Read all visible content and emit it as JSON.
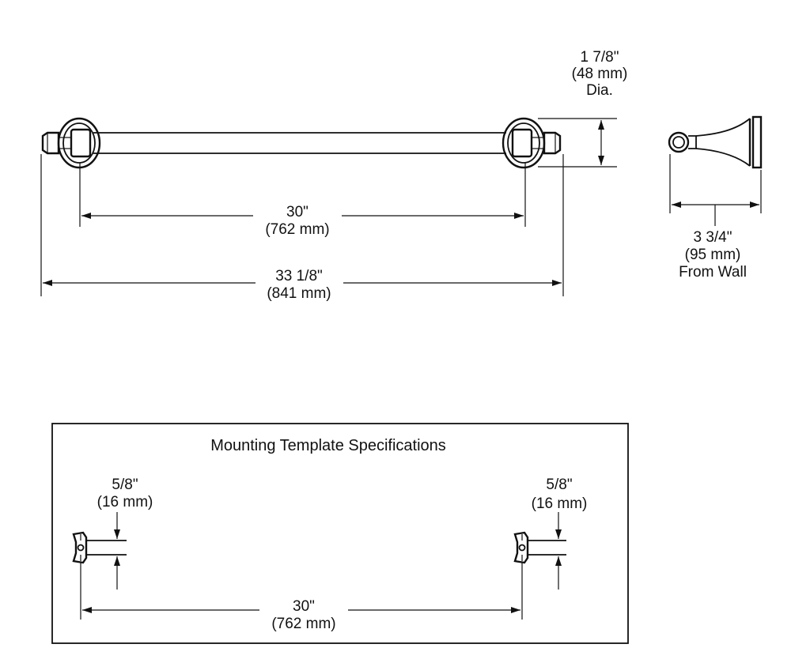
{
  "front_view": {
    "overall_length": {
      "imperial": "33 1/8\"",
      "metric": "(841 mm)"
    },
    "center_spacing": {
      "imperial": "30\"",
      "metric": "(762 mm)"
    },
    "diameter": {
      "imperial": "1 7/8\"",
      "metric": "(48 mm)",
      "note": "Dia."
    }
  },
  "side_view": {
    "projection": {
      "imperial": "3 3/4\"",
      "metric": "(95 mm)",
      "note": "From Wall"
    }
  },
  "template": {
    "title": "Mounting Template Specifications",
    "left_offset": {
      "imperial": "5/8\"",
      "metric": "(16 mm)"
    },
    "right_offset": {
      "imperial": "5/8\"",
      "metric": "(16 mm)"
    },
    "center_spacing": {
      "imperial": "30\"",
      "metric": "(762 mm)"
    }
  }
}
